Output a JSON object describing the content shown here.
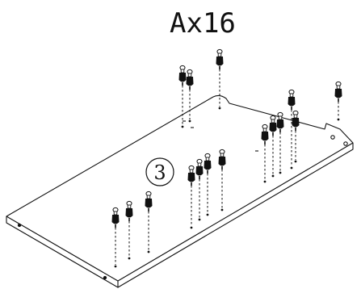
{
  "diagram": {
    "part_callout": "Ax16",
    "step_number": "3",
    "cam_bolt_count": 16,
    "ink_color": "#111111",
    "background_color": "#ffffff"
  }
}
